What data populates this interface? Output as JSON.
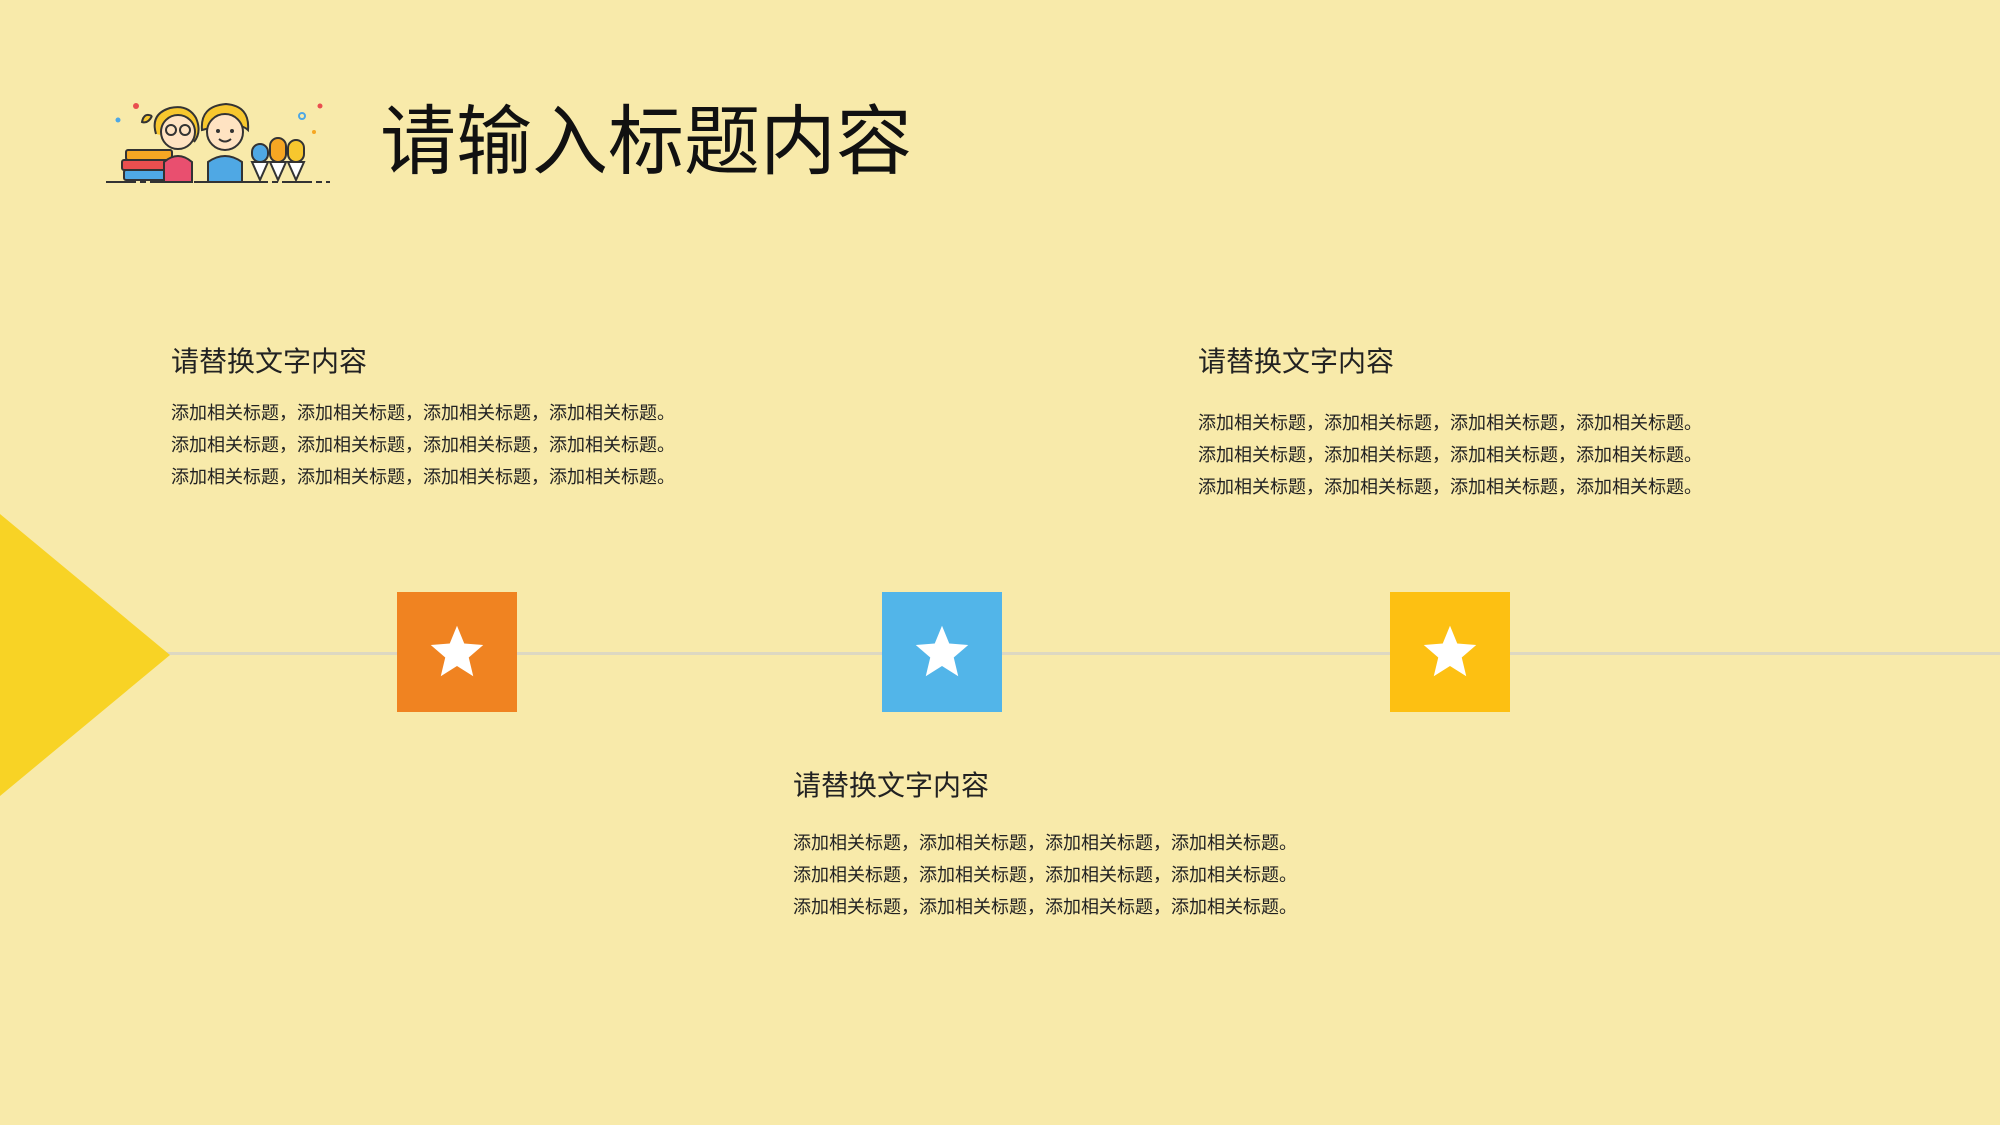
{
  "colors": {
    "background": "#F8EAAA",
    "timeline_line": "#DDD8C2",
    "arrow": "#F8D325",
    "node_orange": "#F08321",
    "node_blue": "#52B5E9",
    "node_yellow": "#FDC012",
    "star": "#FFFFFF"
  },
  "header": {
    "title": "请输入标题内容",
    "logo_icon": "kids-illustration-icon"
  },
  "timeline": {
    "arrow_icon": "triangle-arrow-icon",
    "nodes": [
      {
        "icon": "star-icon",
        "color": "#F08321"
      },
      {
        "icon": "star-icon",
        "color": "#52B5E9"
      },
      {
        "icon": "star-icon",
        "color": "#FDC012"
      }
    ]
  },
  "blocks": [
    {
      "heading": "请替换文字内容",
      "lines": [
        "添加相关标题，添加相关标题，添加相关标题，添加相关标题。",
        "添加相关标题，添加相关标题，添加相关标题，添加相关标题。",
        "添加相关标题，添加相关标题，添加相关标题，添加相关标题。"
      ]
    },
    {
      "heading": "请替换文字内容",
      "lines": [
        "添加相关标题，添加相关标题，添加相关标题，添加相关标题。",
        "添加相关标题，添加相关标题，添加相关标题，添加相关标题。",
        "添加相关标题，添加相关标题，添加相关标题，添加相关标题。"
      ]
    },
    {
      "heading": "请替换文字内容",
      "lines": [
        "添加相关标题，添加相关标题，添加相关标题，添加相关标题。",
        "添加相关标题，添加相关标题，添加相关标题，添加相关标题。",
        "添加相关标题，添加相关标题，添加相关标题，添加相关标题。"
      ]
    }
  ]
}
